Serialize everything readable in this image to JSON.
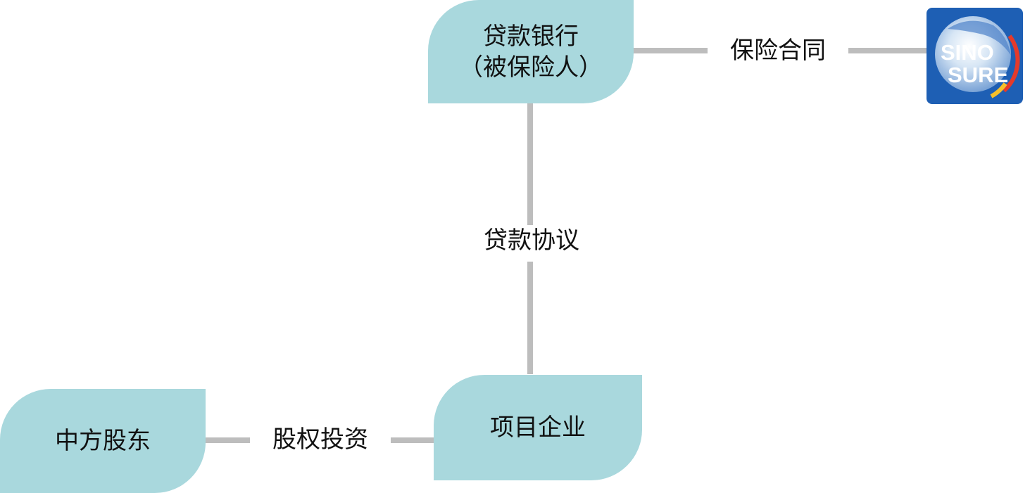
{
  "nodes": {
    "bank": {
      "line1": "贷款银行",
      "line2": "（被保险人）"
    },
    "project": {
      "label": "项目企业"
    },
    "shareholder": {
      "label": "中方股东"
    }
  },
  "edges": {
    "insurance_contract": "保险合同",
    "loan_agreement": "贷款协议",
    "equity_investment": "股权投资"
  },
  "logo": {
    "line1": "SINO",
    "line2": "SURE"
  },
  "colors": {
    "node_fill": "#a9d8dd",
    "connector": "#bdbdbd",
    "logo_blue": "#1e5fb4"
  }
}
